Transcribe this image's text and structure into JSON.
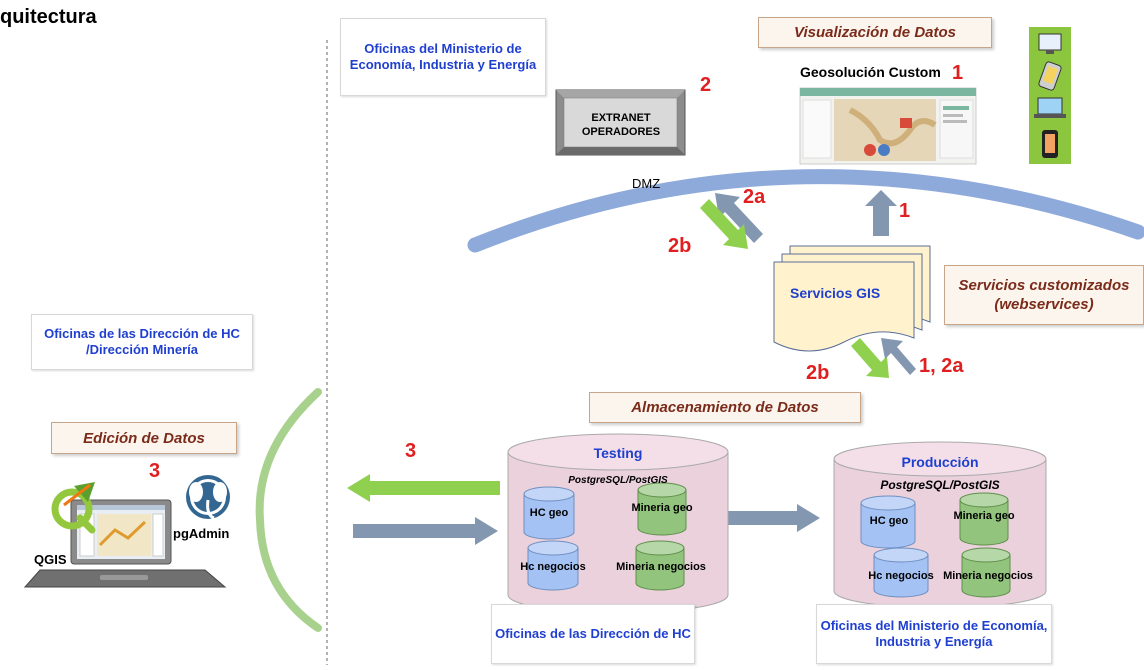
{
  "title": "quitectura",
  "zones": {
    "top": "Oficinas del Ministerio de Economía, Industria y Energía",
    "left": "Oficinas de las Dirección de HC /Dirección Minería",
    "bottom_mid": "Oficinas de las Dirección de HC",
    "bottom_right": "Oficinas del Ministerio de Economía, Industria y Energía"
  },
  "labels": {
    "visualizacion": "Visualización de Datos",
    "geosolucion": "Geosolución Custom",
    "extranet": "EXTRANET OPERADORES",
    "dmz": "DMZ",
    "servicios_gis": "Servicios GIS",
    "servicios_custom": "Servicios customizados (webservices)",
    "almacenamiento": "Almacenamiento de Datos",
    "edicion": "Edición de Datos",
    "qgis": "QGIS",
    "pgadmin": "pgAdmin"
  },
  "steps": {
    "n1_vis": "1",
    "n2_ext": "2",
    "a2a": "2a",
    "a2b": "2b",
    "a1": "1",
    "b2b": "2b",
    "b12a": "1, 2a",
    "n3_left": "3",
    "n3_mid": "3"
  },
  "databases": {
    "testing": {
      "title": "Testing",
      "engine": "PostgreSQL/PostGIS",
      "items": [
        "HC geo",
        "Mineria geo",
        "Hc negocios",
        "Mineria negocios"
      ]
    },
    "produccion": {
      "title": "Producción",
      "engine": "PostgreSQL/PostGIS",
      "items": [
        "HC geo",
        "Mineria geo",
        "Hc negocios",
        "Mineria negocios"
      ]
    }
  },
  "colors": {
    "green_arrow": "#8fd14f",
    "gray_arrow": "#8497b0",
    "dmz_arc": "#8eaadb",
    "bracket": "#a9d18e",
    "db_body": "#ead1dc",
    "blue_cyl": "#a4c2f4",
    "green_cyl": "#93c47d",
    "red": "#e02020"
  },
  "icons": [
    "laptop-icon",
    "qgis-icon",
    "pgadmin-elephant-icon",
    "desktop-icon",
    "phone-icon",
    "laptop-small-icon",
    "tablet-icon",
    "map-screenshot-icon"
  ]
}
